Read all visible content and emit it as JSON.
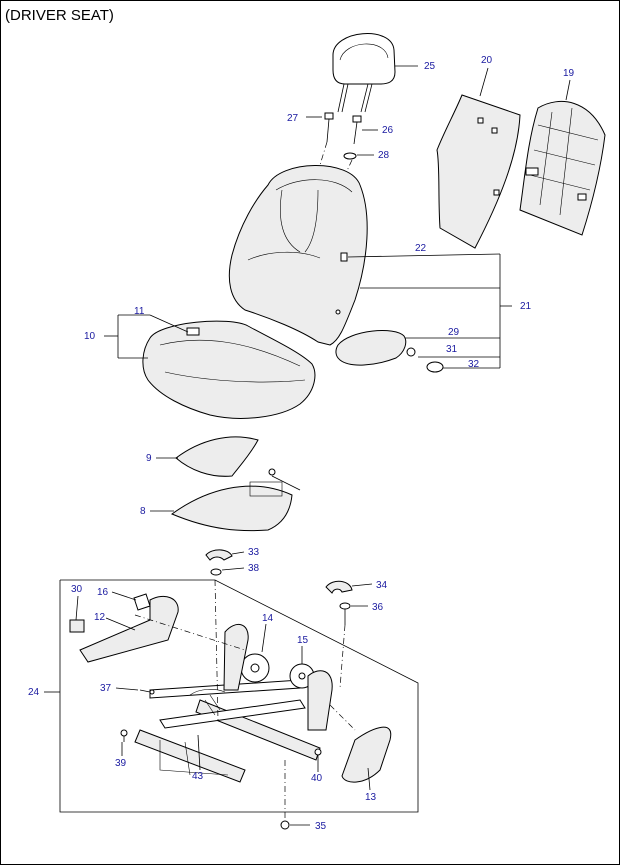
{
  "title": "(DRIVER SEAT)",
  "colors": {
    "callout": "#1a1aa0",
    "line": "#000000",
    "frame": "#000000"
  },
  "callouts": {
    "c8": "8",
    "c9": "9",
    "c10": "10",
    "c11": "11",
    "c12": "12",
    "c13": "13",
    "c14": "14",
    "c15": "15",
    "c16": "16",
    "c19": "19",
    "c20": "20",
    "c21": "21",
    "c22": "22",
    "c24": "24",
    "c25": "25",
    "c26": "26",
    "c27": "27",
    "c28": "28",
    "c29": "29",
    "c30": "30",
    "c31": "31",
    "c32": "32",
    "c33": "33",
    "c34": "34",
    "c35": "35",
    "c36": "36",
    "c37": "37",
    "c38": "38",
    "c39": "39",
    "c40": "40",
    "c43": "43"
  }
}
